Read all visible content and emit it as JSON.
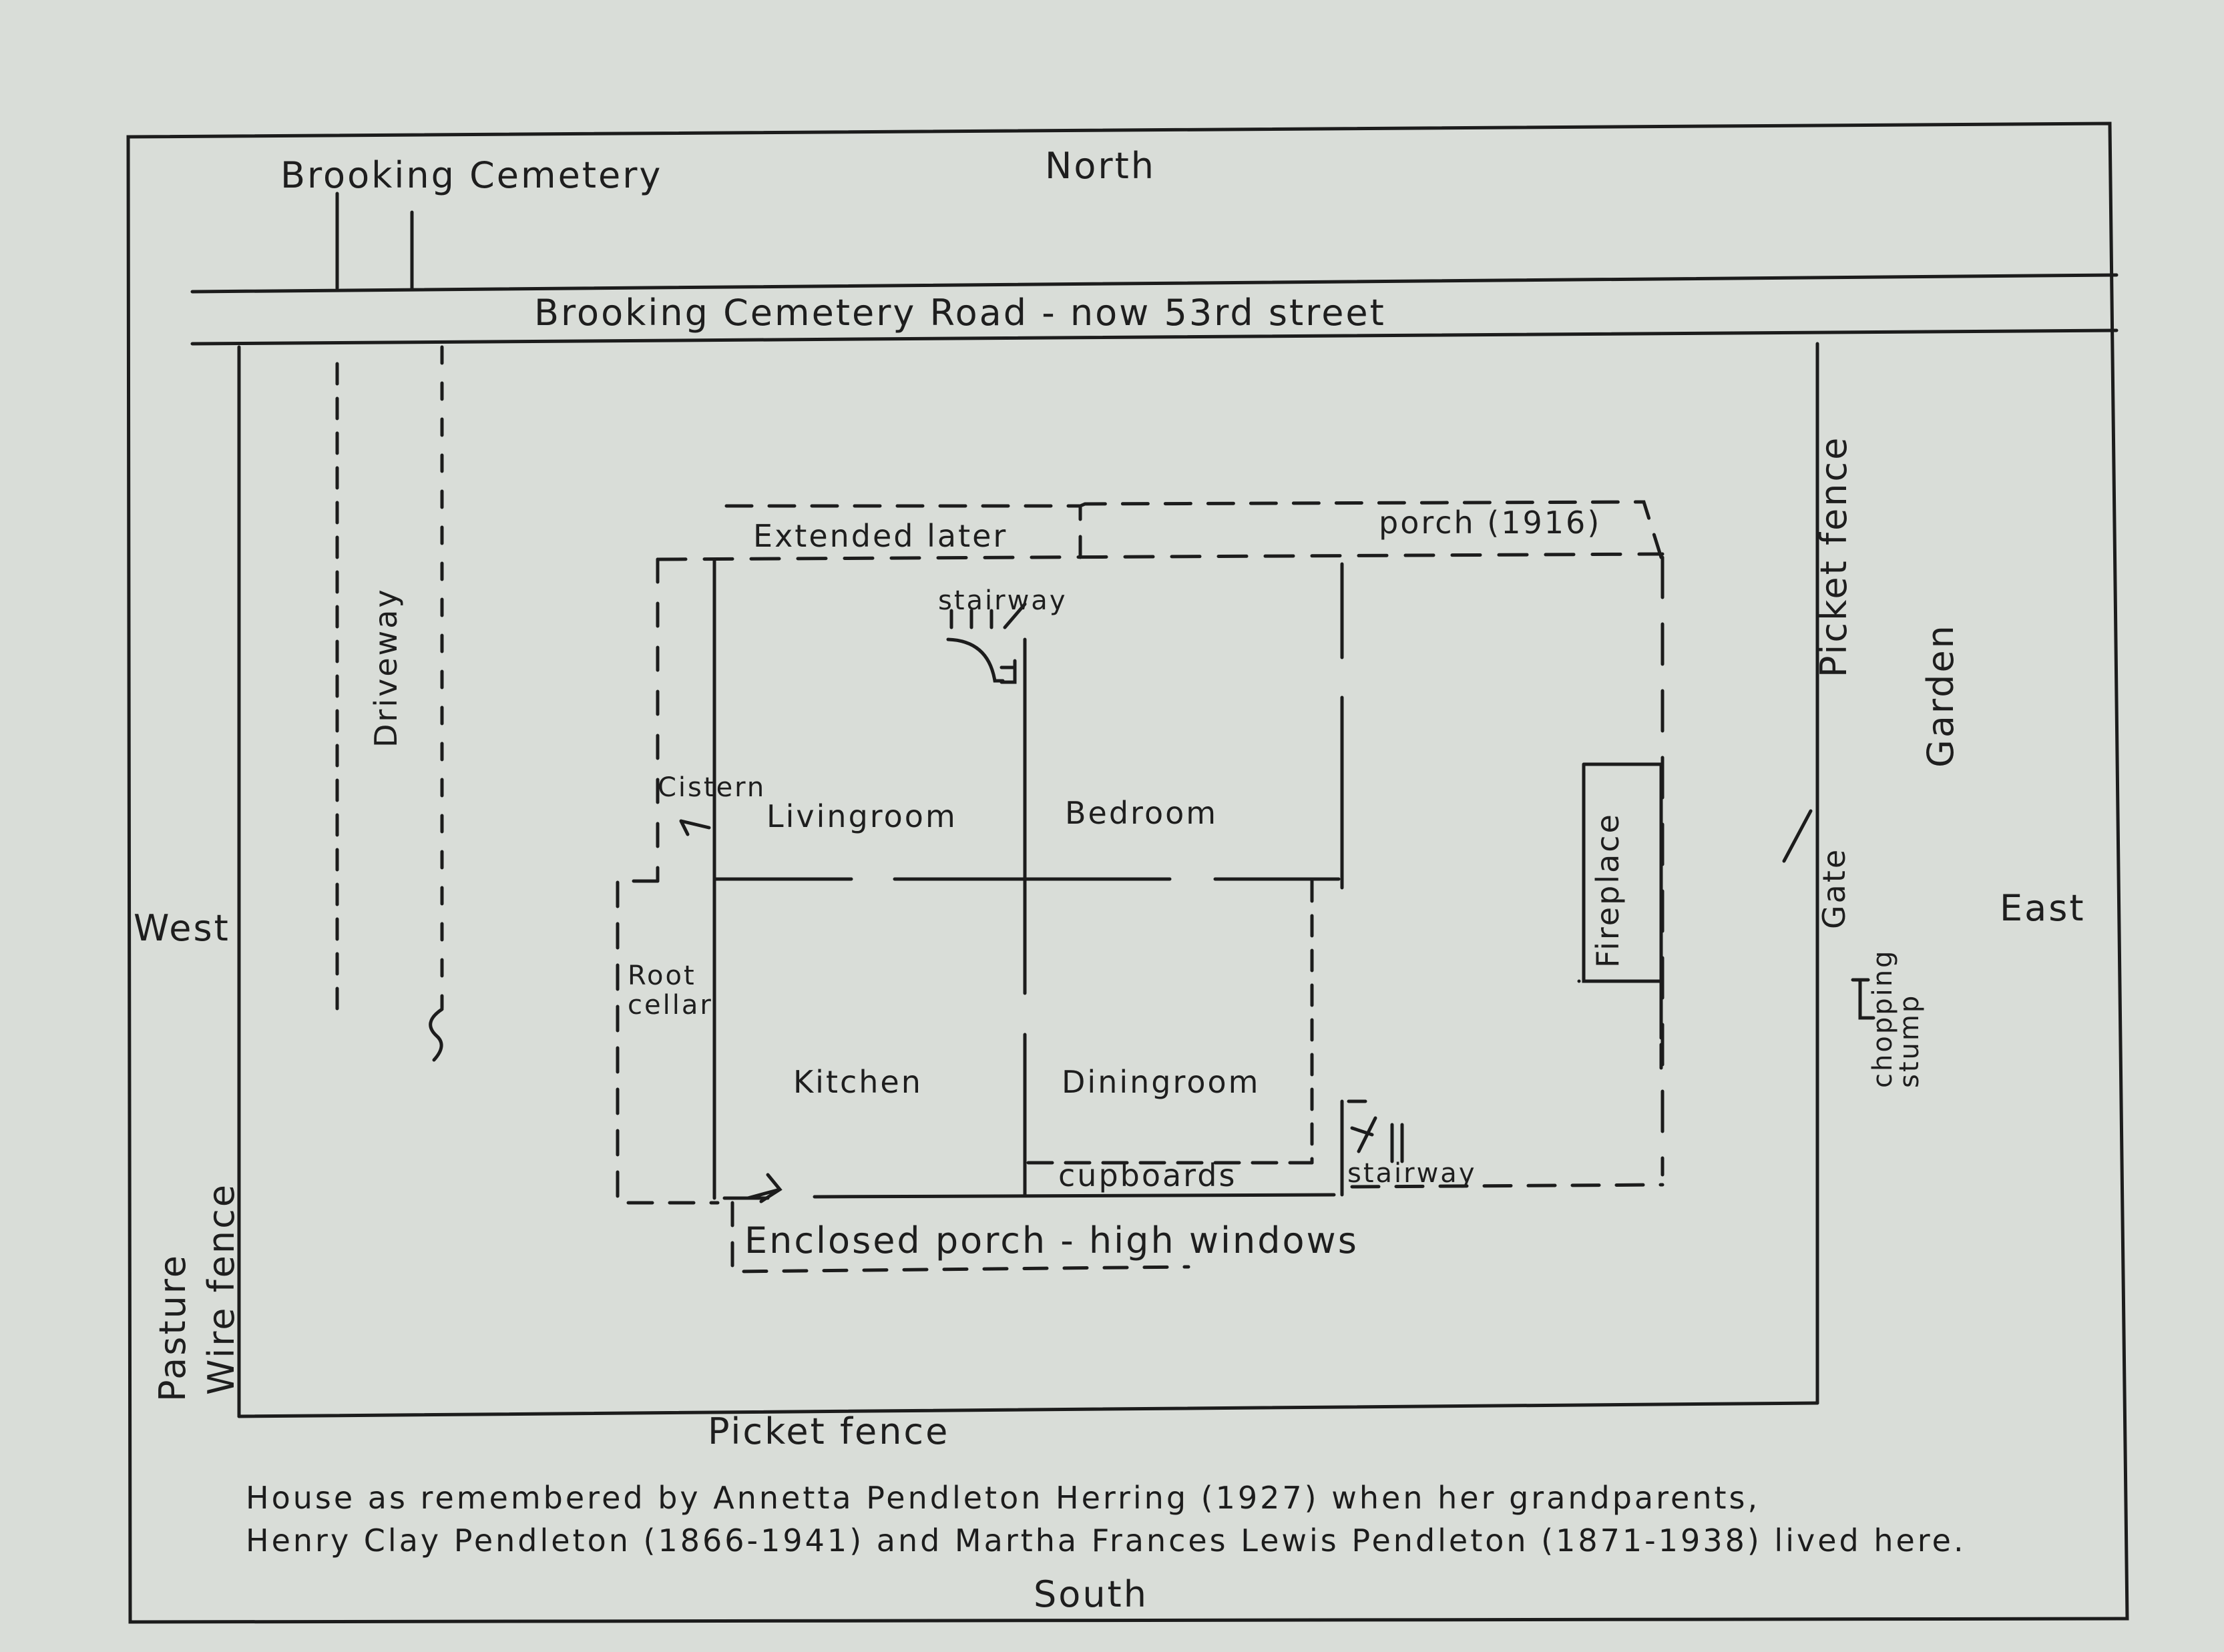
{
  "labels": {
    "north": "North",
    "south": "South",
    "east": "East",
    "west": "West",
    "cemetery": "Brooking Cemetery",
    "road": "Brooking Cemetery Road - now 53rd street",
    "driveway": "Driveway",
    "picket_fence_east": "Picket fence",
    "garden": "Garden",
    "gate": "Gate",
    "chopping_stump": "chopping stump",
    "extended_later": "Extended later",
    "porch_1916": "porch (1916)",
    "stairway_north": "stairway",
    "cistern": "Cistern",
    "livingroom": "Livingroom",
    "bedroom": "Bedroom",
    "fireplace": "Fireplace",
    "root_cellar": "Root cellar",
    "kitchen": "Kitchen",
    "diningroom": "Diningroom",
    "cupboards": "cupboards",
    "stairway_south": "stairway",
    "enclosed_porch": "Enclosed porch - high windows",
    "pasture": "Pasture",
    "wire_fence": "Wire fence",
    "picket_fence_south": "Picket fence"
  },
  "caption": {
    "line1": "House as remembered by Annetta Pendleton Herring (1927) when her grandparents,",
    "line2": "Henry Clay Pendleton (1866-1941) and Martha Frances Lewis Pendleton (1871-1938) lived here."
  }
}
